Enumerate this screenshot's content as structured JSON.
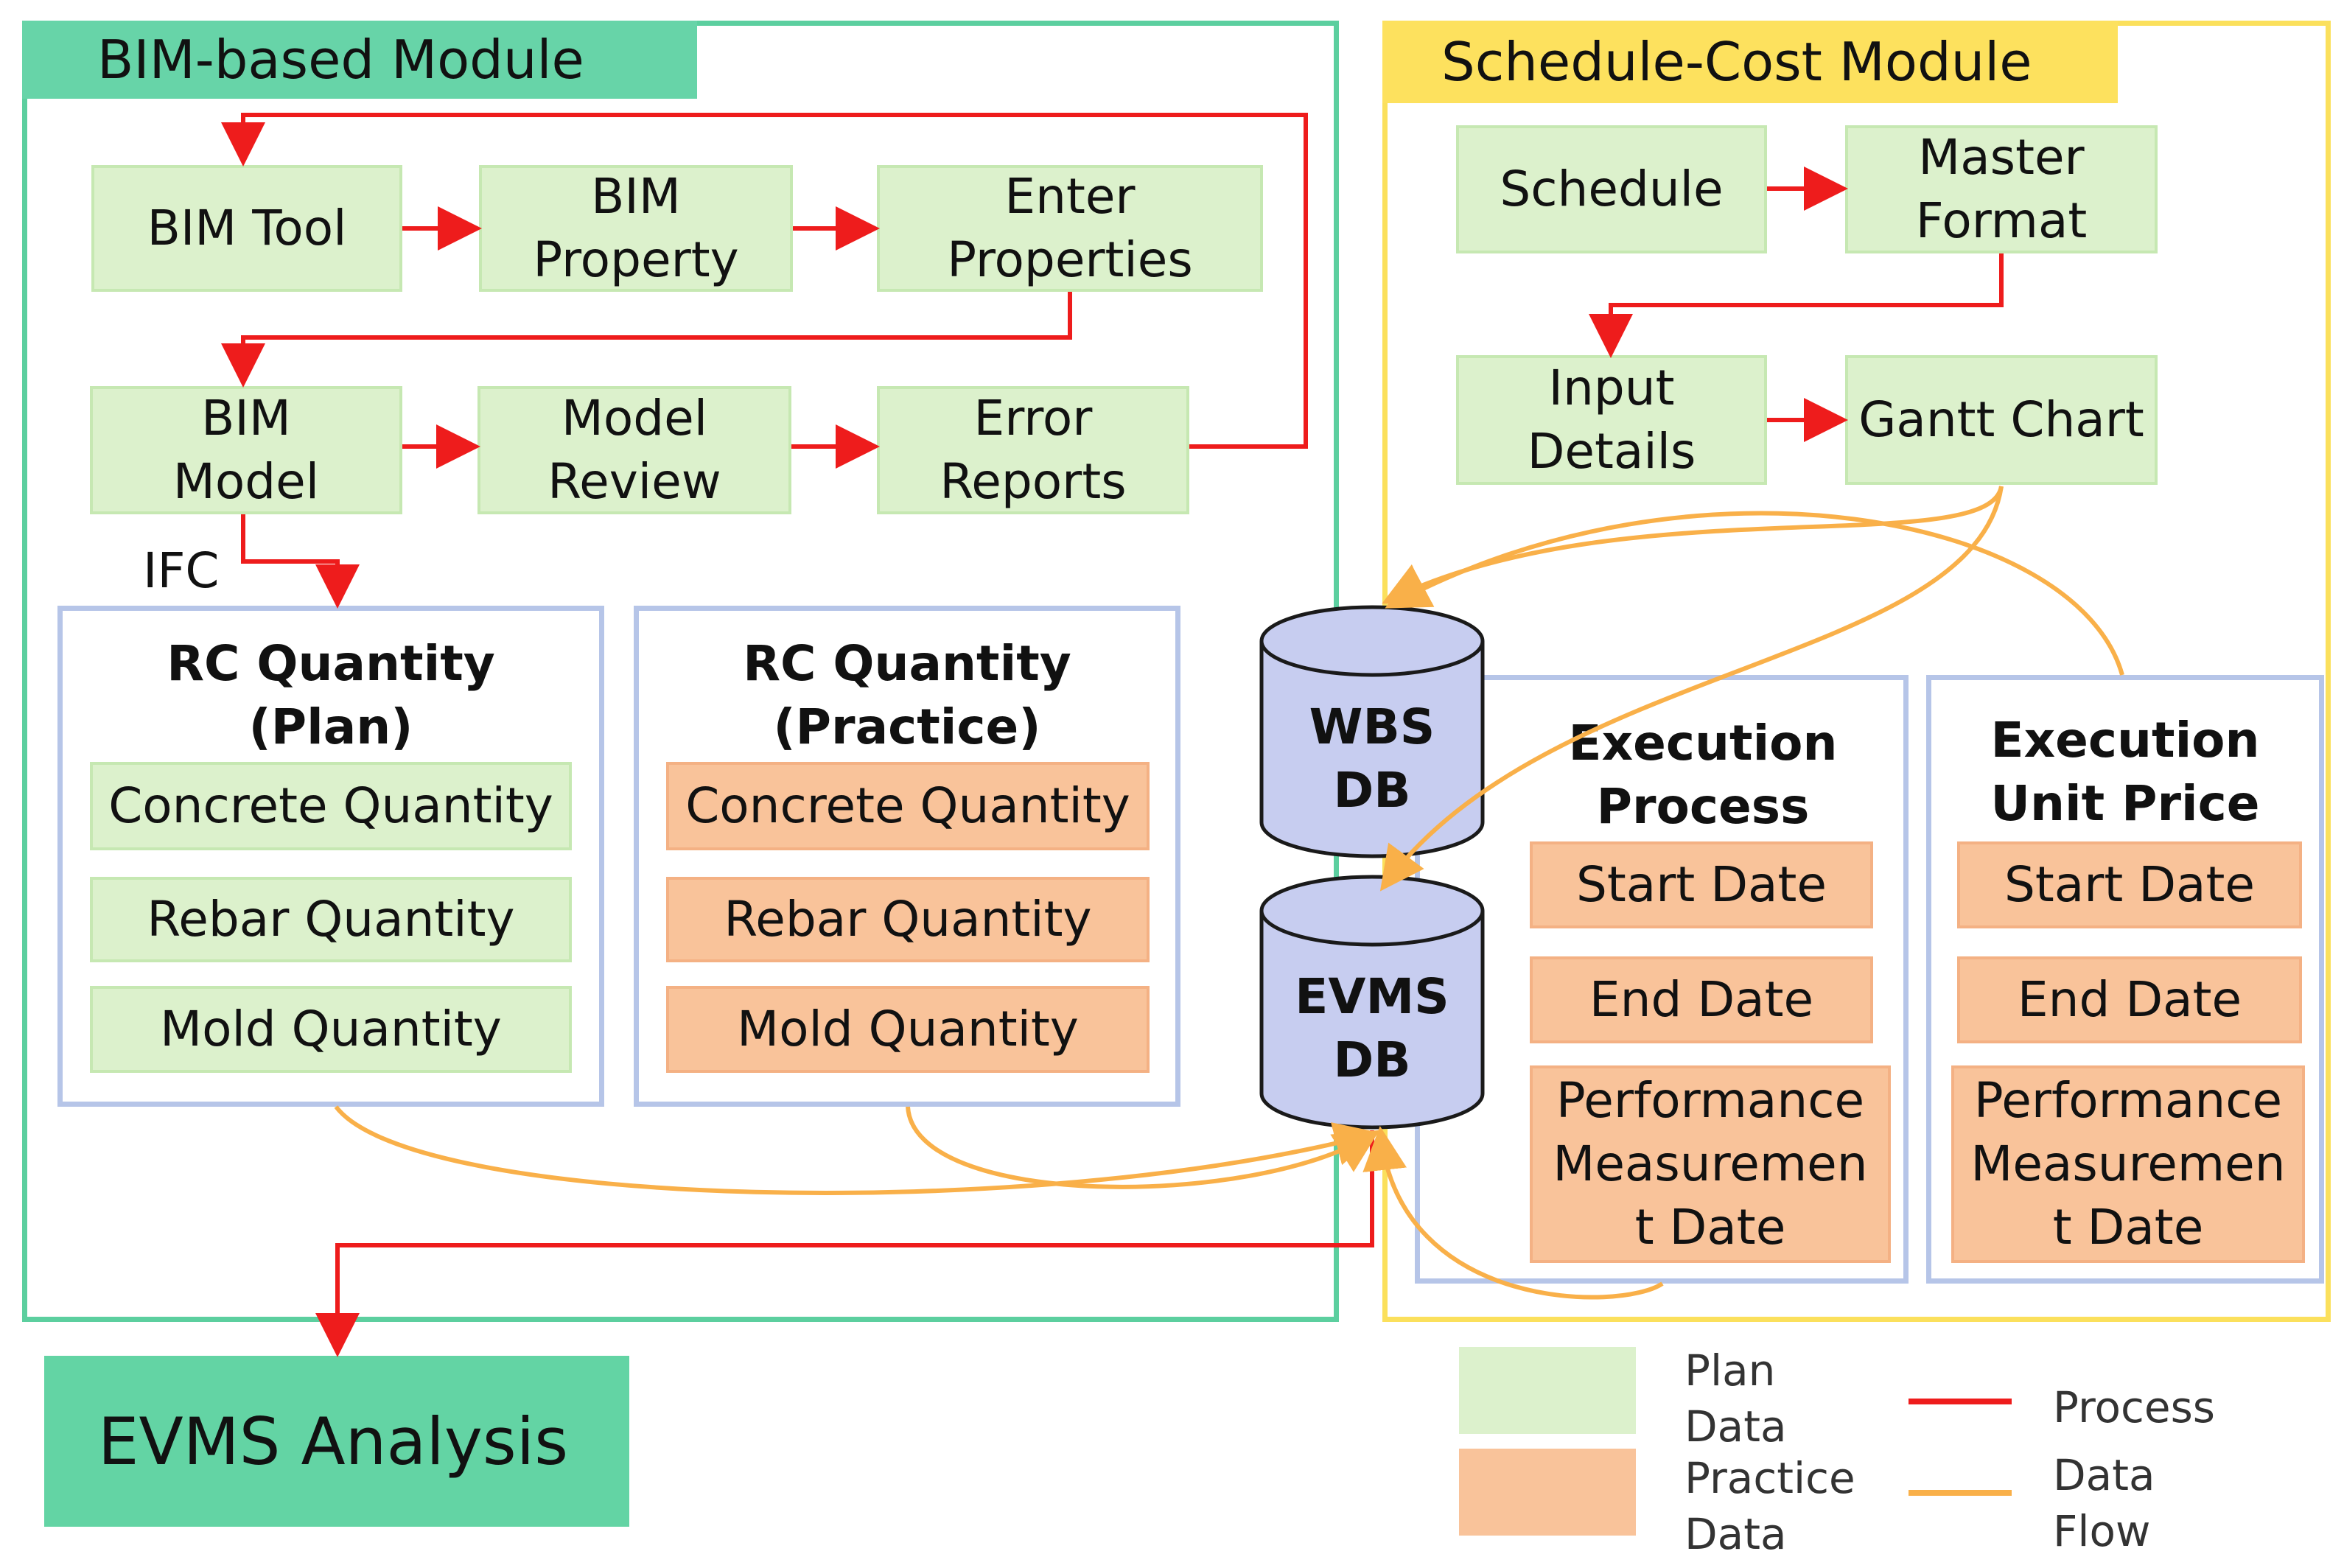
{
  "modules": {
    "bim": {
      "title": "BIM-based Module"
    },
    "schedule_cost": {
      "title": "Schedule-Cost Module"
    }
  },
  "bim_process": {
    "bim_tool": "BIM Tool",
    "bim_property": "BIM\nProperty",
    "enter_properties": "Enter\nProperties",
    "bim_model": "BIM\nModel",
    "model_review": "Model\nReview",
    "error_reports": "Error\nReports",
    "ifc_label": "IFC"
  },
  "rc_plan": {
    "title": "RC Quantity\n(Plan)",
    "items": [
      "Concrete Quantity",
      "Rebar Quantity",
      "Mold Quantity"
    ]
  },
  "rc_practice": {
    "title": "RC Quantity\n(Practice)",
    "items": [
      "Concrete Quantity",
      "Rebar Quantity",
      "Mold Quantity"
    ]
  },
  "schedule_process": {
    "schedule": "Schedule",
    "master_format": "Master\nFormat",
    "input_details": "Input\nDetails",
    "gantt_chart": "Gantt Chart"
  },
  "databases": {
    "wbs": "WBS\nDB",
    "evms": "EVMS\nDB"
  },
  "execution_process": {
    "title": "Execution\nProcess",
    "items": [
      "Start Date",
      "End Date",
      "Performance\nMeasuremen\nt Date"
    ]
  },
  "execution_unit_price": {
    "title": "Execution\nUnit Price",
    "items": [
      "Start Date",
      "End Date",
      "Performance\nMeasuremen\nt Date"
    ]
  },
  "output": {
    "evms_analysis": "EVMS Analysis"
  },
  "legend": {
    "plan_data": "Plan\nData",
    "practice_data": "Practice\nData",
    "process": "Process",
    "data_flow": "Data\nFlow"
  },
  "colors": {
    "process_arrow": "#ee1c1c",
    "data_flow_arrow": "#f9b049",
    "plan_fill": "#dcf1cc",
    "practice_fill": "#f9c39a",
    "bim_module_border": "#5ccf9f",
    "schedule_module_border": "#fbe05c",
    "group_border": "#b6c5e8",
    "database_fill": "#c7cdf0"
  }
}
